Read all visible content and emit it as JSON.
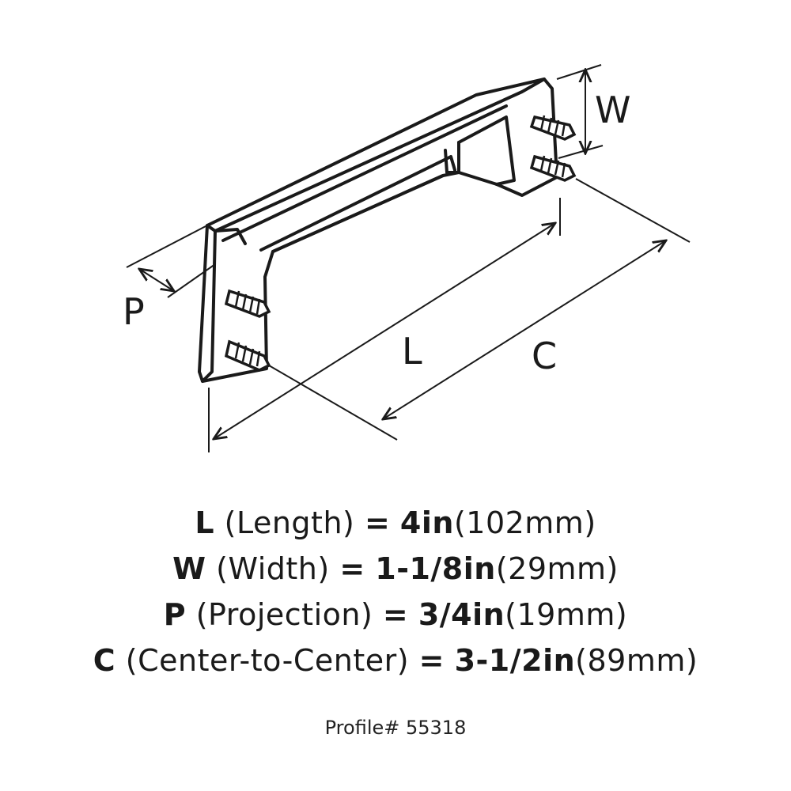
{
  "diagram": {
    "labels": {
      "w": "W",
      "p": "P",
      "l": "L",
      "c": "C"
    },
    "stroke_color": "#1a1a1a"
  },
  "specs": [
    {
      "letter": "L",
      "name": "(Length)",
      "eq": "=",
      "value": "4in",
      "metric": "(102mm)"
    },
    {
      "letter": "W",
      "name": "(Width)",
      "eq": "=",
      "value": "1-1/8in",
      "metric": "(29mm)"
    },
    {
      "letter": "P",
      "name": "(Projection)",
      "eq": "=",
      "value": "3/4in",
      "metric": "(19mm)"
    },
    {
      "letter": "C",
      "name": "(Center-to-Center)",
      "eq": "=",
      "value": "3-1/2in",
      "metric": "(89mm)"
    }
  ],
  "profile": {
    "label": "Profile#",
    "number": "55318"
  }
}
